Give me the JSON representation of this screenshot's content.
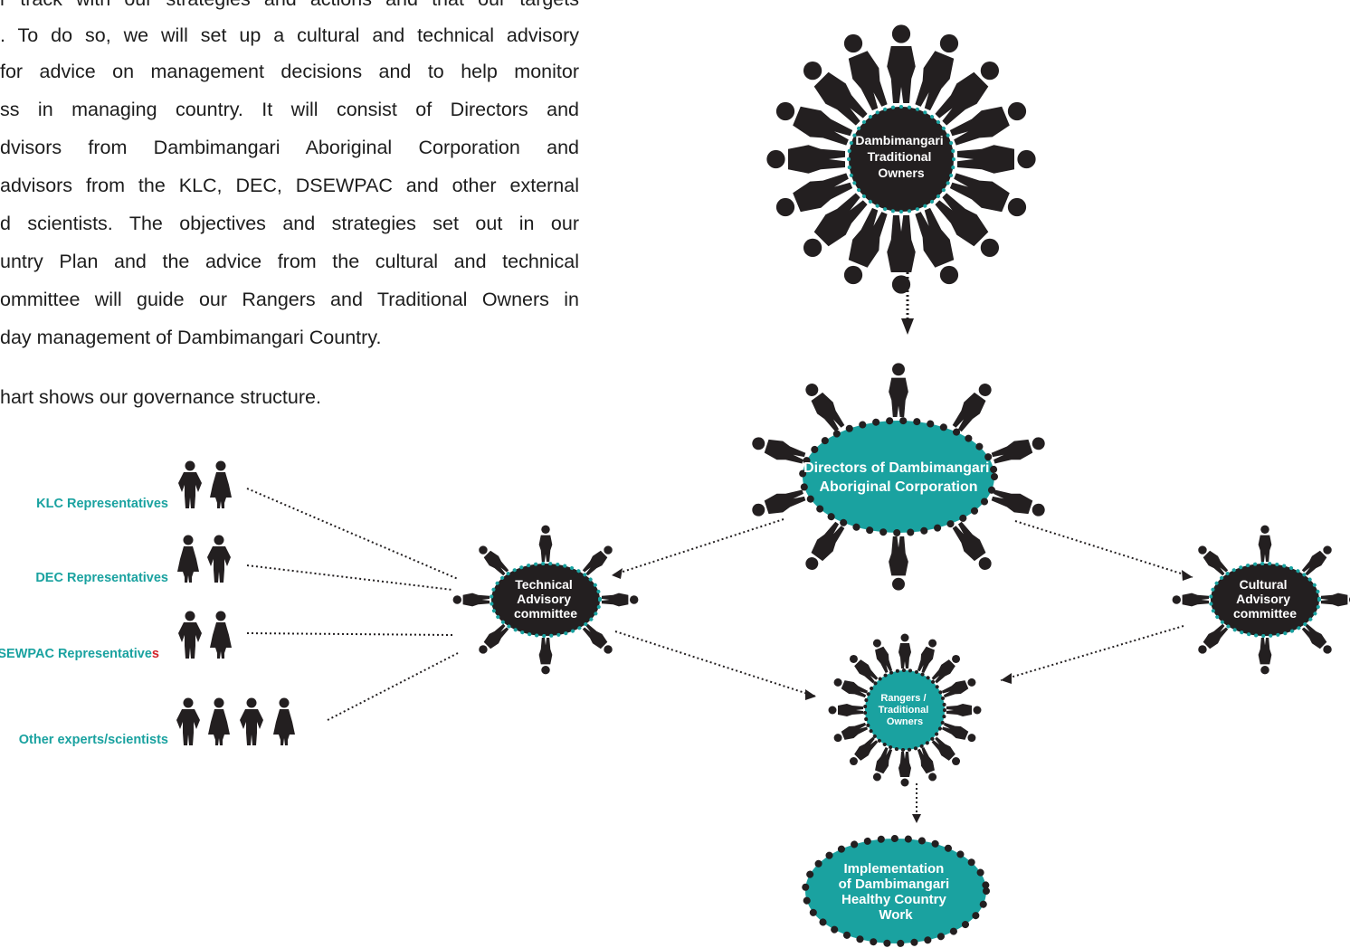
{
  "paragraph": {
    "lines": [
      "r track with our strategies and actions and that our targets",
      ". To do so, we will set up a cultural and technical advisory",
      " for advice on management decisions and to help monitor",
      "ss in managing country. It will consist of Directors and",
      "dvisors from Dambimangari Aboriginal Corporation and",
      "advisors from the KLC, DEC, DSEWPAC and other external",
      "d scientists. The objectives and strategies set out in our",
      "untry Plan and the advice from the cultural and technical",
      "ommittee will guide our Rangers and Traditional Owners in",
      " day management of Dambimangari Country."
    ],
    "caption": "hart shows our governance structure."
  },
  "nodes": {
    "traditional_owners": [
      "Dambimangari",
      "Traditional",
      "Owners"
    ],
    "directors": [
      "Directors of Dambimangari",
      "Aboriginal Corporation"
    ],
    "technical": [
      "Technical",
      "Advisory",
      "committee"
    ],
    "cultural": [
      "Cultural",
      "Advisory",
      "committee"
    ],
    "rangers": [
      "Rangers /",
      "Traditional",
      "Owners"
    ],
    "implementation": [
      "Implementation",
      "of Dambimangari",
      "Healthy Country",
      "Work"
    ]
  },
  "representatives": [
    {
      "label": "KLC Representatives",
      "people": 2
    },
    {
      "label": "DEC Representatives",
      "people": 2
    },
    {
      "label": "DSEWPAC Representative",
      "suffix": "s",
      "people": 2
    },
    {
      "label": "Other experts/scientists",
      "people": 4
    }
  ],
  "colors": {
    "teal": "#1aa2a0",
    "dark": "#231f20",
    "text": "#1d1d1d",
    "accent_red": "#d2232a"
  }
}
